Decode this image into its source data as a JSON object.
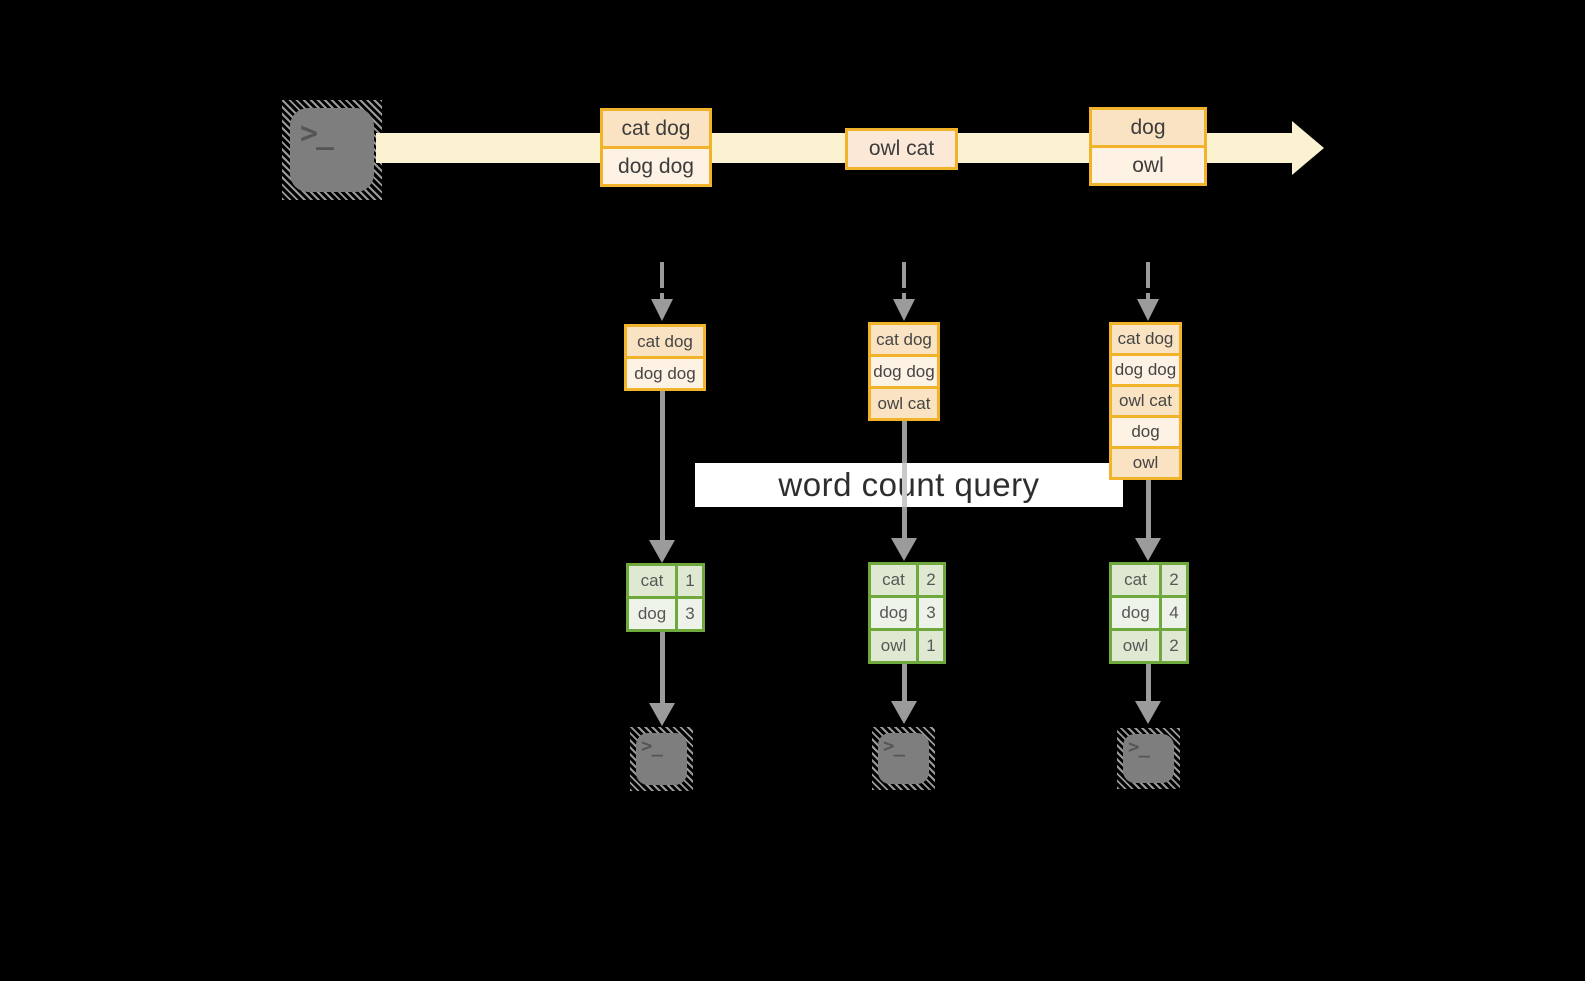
{
  "title": "streaming word count query diagram",
  "colors": {
    "background": "#000000",
    "stream_fill": "#fbf2d2",
    "orange_border": "#f0b32a",
    "peach_dark": "#fae3c3",
    "peach_light": "#fdf2e3",
    "green_border": "#6fa83d",
    "green_cell_dark": "#dfe9d2",
    "green_cell_light": "#eef3e9",
    "connector_gray": "#9b9b9b",
    "terminal_gray": "#7e7e7e",
    "banner_bg": "#ffffff"
  },
  "icons": {
    "terminal_prompt": ">_"
  },
  "query_banner": "word count query",
  "stream_batches": [
    {
      "rows": [
        "cat dog",
        "dog dog"
      ]
    },
    {
      "rows": [
        "owl cat"
      ]
    },
    {
      "rows": [
        "dog",
        "owl"
      ]
    }
  ],
  "columns": [
    {
      "inputs": [
        "cat dog",
        "dog dog"
      ],
      "counts": [
        {
          "word": "cat",
          "count": "1"
        },
        {
          "word": "dog",
          "count": "3"
        }
      ]
    },
    {
      "inputs": [
        "cat dog",
        "dog dog",
        "owl cat"
      ],
      "counts": [
        {
          "word": "cat",
          "count": "2"
        },
        {
          "word": "dog",
          "count": "3"
        },
        {
          "word": "owl",
          "count": "1"
        }
      ]
    },
    {
      "inputs": [
        "cat dog",
        "dog dog",
        "owl cat",
        "dog",
        "owl"
      ],
      "counts": [
        {
          "word": "cat",
          "count": "2"
        },
        {
          "word": "dog",
          "count": "4"
        },
        {
          "word": "owl",
          "count": "2"
        }
      ]
    }
  ]
}
